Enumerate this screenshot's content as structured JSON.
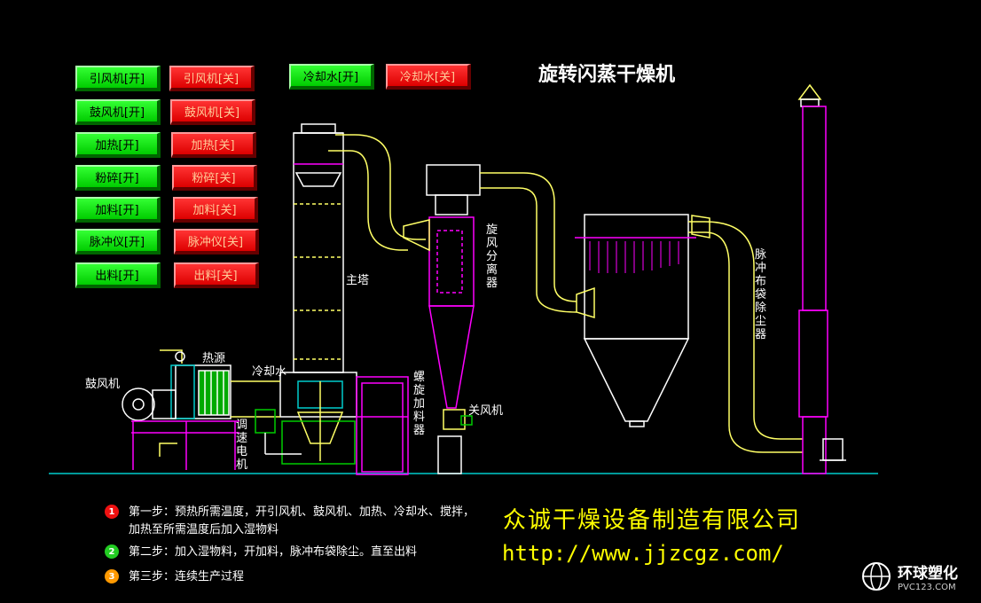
{
  "title": "旋转闪蒸干燥机",
  "controls": {
    "row1_on": "引风机[开]",
    "row1_off": "引风机[关]",
    "row2_on": "鼓风机[开]",
    "row2_off": "鼓风机[关]",
    "row3_on": "加热[开]",
    "row3_off": "加热[关]",
    "row4_on": "粉碎[开]",
    "row4_off": "粉碎[关]",
    "row5_on": "加料[开]",
    "row5_off": "加料[关]",
    "row6_on": "脉冲仪[开]",
    "row6_off": "脉冲仪[关]",
    "row7_on": "出料[开]",
    "row7_off": "出料[关]",
    "cool_on": "冷却水[开]",
    "cool_off": "冷却水[关]"
  },
  "labels": {
    "main_tower": "主塔",
    "cyclone": "旋风分离器",
    "baghouse": "脉冲布袋除尘器",
    "heat_source": "热源",
    "blower": "鼓风机",
    "cooling_water": "冷却水",
    "screw_feeder": "螺旋加料器",
    "closing_fan": "关风机",
    "speed_motor": "调速电机"
  },
  "steps": [
    {
      "num": "1",
      "color": "#ee1111",
      "text": "第一步：预热所需温度，开引风机、鼓风机、加热、冷却水、搅拌，",
      "text2": "加热至所需温度后加入湿物料"
    },
    {
      "num": "2",
      "color": "#22cc22",
      "text": "第二步：加入湿物料，开加料，脉冲布袋除尘。直至出料"
    },
    {
      "num": "3",
      "color": "#ff9900",
      "text": "第三步：连续生产过程"
    }
  ],
  "company": "众诚干燥设备制造有限公司",
  "url": "http://www.jjzcgz.com/",
  "logo": {
    "name": "环球塑化",
    "sub": "PVC123.COM"
  },
  "colors": {
    "on": "#00dd00",
    "off": "#ee0000",
    "pipe": "#ffff66",
    "equipment": "#ff00ff",
    "ground": "#00cccc"
  }
}
